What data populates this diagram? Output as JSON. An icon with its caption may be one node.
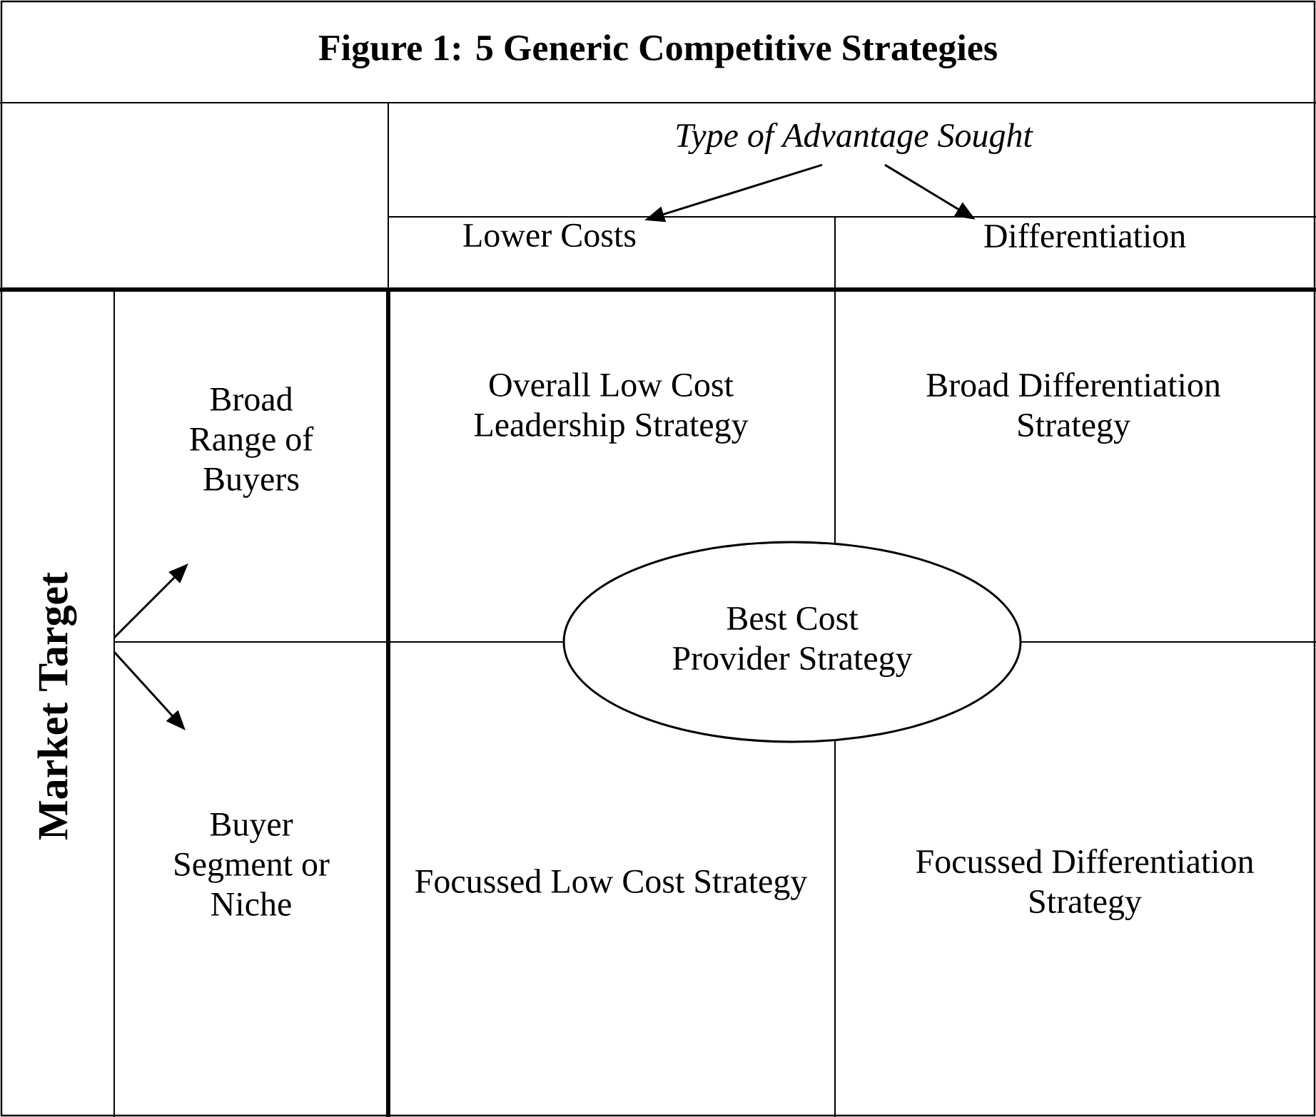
{
  "diagram": {
    "title": "Figure 1:  5 Generic Competitive Strategies",
    "nodes": [
      {
        "text": [
          "Type of Advantage Sought"
        ]
      },
      {
        "text": [
          "Lower Costs"
        ]
      },
      {
        "text": [
          "Differentiation"
        ]
      },
      {
        "text": [
          "Market Target"
        ]
      },
      {
        "text": [
          "Broad Range of Buyers"
        ]
      },
      {
        "text": [
          "Buyer Segment or Niche"
        ]
      },
      {
        "text": [
          "Overall Low Cost Leadership Strategy"
        ]
      },
      {
        "text": [
          "Broad Differentiation Strategy"
        ]
      },
      {
        "text": [
          "Best Cost Provider Strategy"
        ]
      },
      {
        "text": [
          "Focussed Low Cost Strategy"
        ]
      },
      {
        "text": [
          "Focussed Differentiation Strategy"
        ]
      }
    ],
    "edges": [
      {
        "from": 0,
        "to": 1,
        "arrow": "to"
      },
      {
        "from": 0,
        "to": 2,
        "arrow": "to"
      },
      {
        "from": 3,
        "to": 4,
        "arrow": "to"
      },
      {
        "from": 3,
        "to": 5,
        "arrow": "to"
      }
    ]
  }
}
